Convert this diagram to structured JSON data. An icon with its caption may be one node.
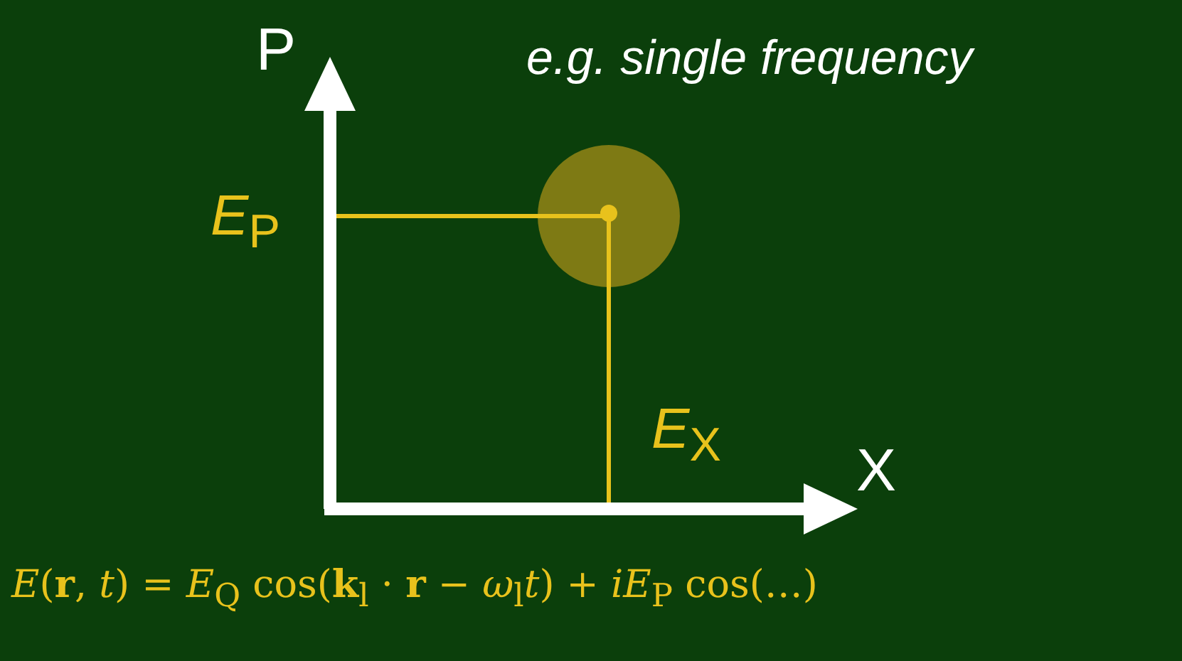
{
  "diagram": {
    "labels": [
      "P",
      "e.g. single frequency",
      "*E*$_{P}$",
      "*E*$_{X}$",
      "X",
      "*E*(**r**, *t*) = *E*$_{Q}$ cos(**k**$_{l}$ · **r** − *ω*$_{l}$*t*) + *iE*$_{P}$ cos(…)"
    ]
  }
}
